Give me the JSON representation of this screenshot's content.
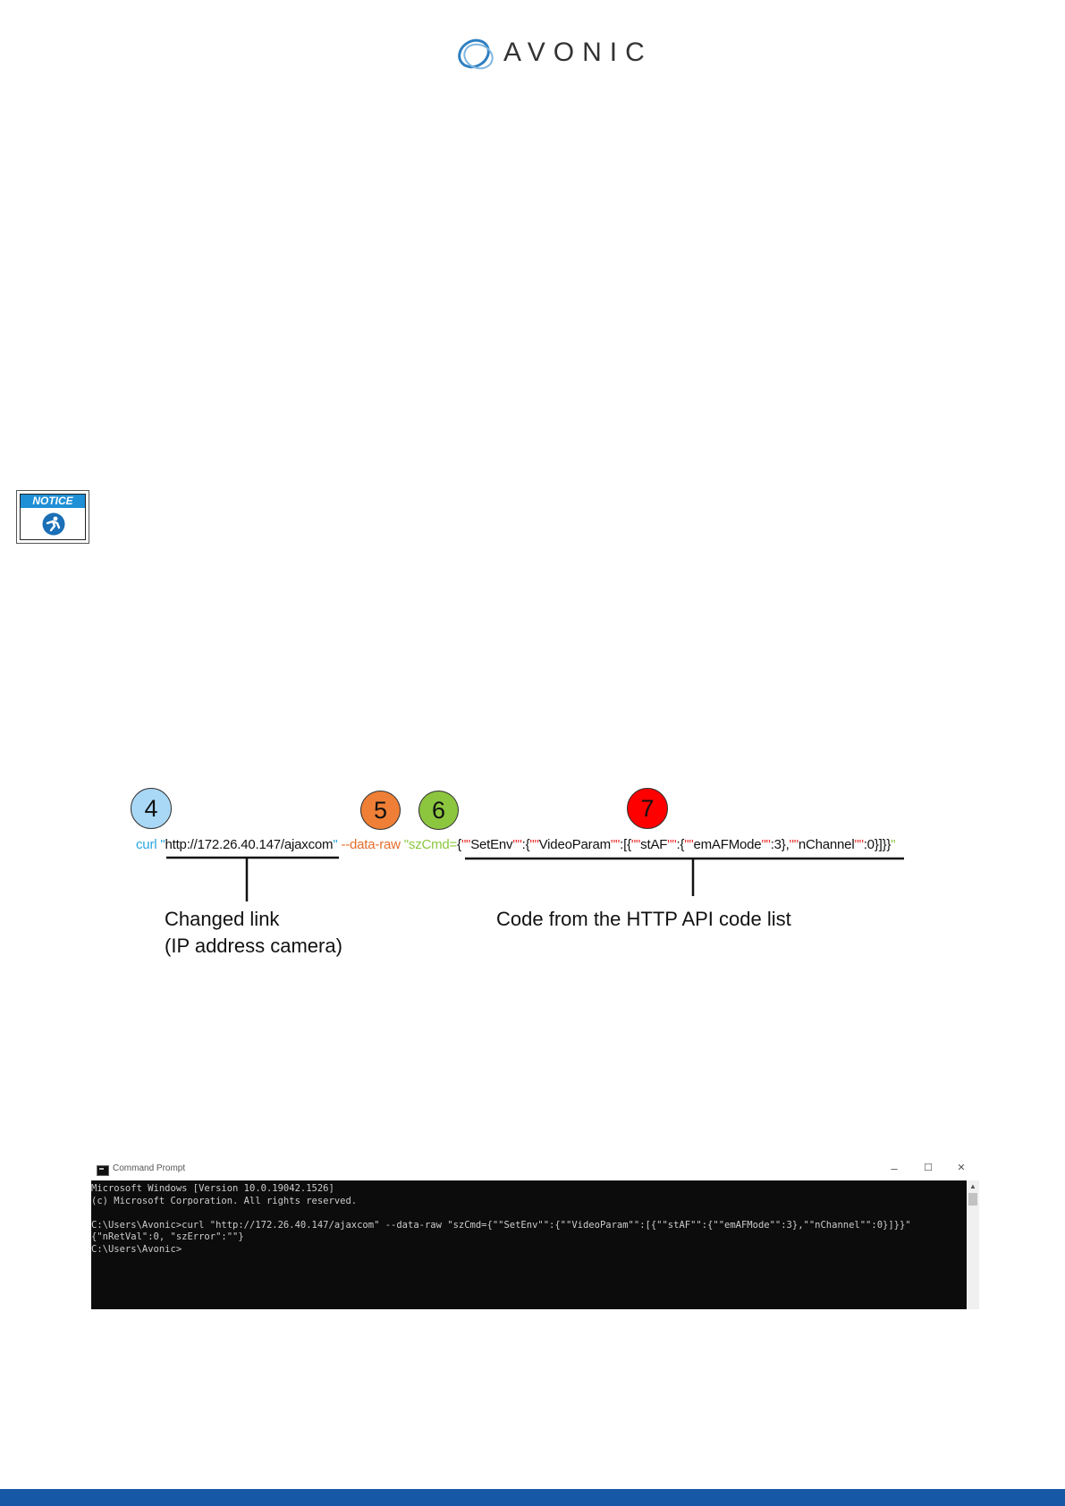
{
  "header": {
    "logo_text": "AVONIC"
  },
  "notice": {
    "label": "NOTICE"
  },
  "diagram": {
    "markers": [
      "4",
      "5",
      "6",
      "7"
    ],
    "command": {
      "curl": "curl \"",
      "url": "http://172.26.40.147/ajaxcom",
      "url_close": "\" ",
      "raw_flag": "--data-raw ",
      "sz_prefix": "\"szCmd=",
      "code_parts": [
        "{",
        "\"\"",
        "SetEnv",
        "\"\"",
        ":{",
        "\"\"",
        "VideoParam",
        "\"\"",
        ":[{",
        "\"\"",
        "stAF",
        "\"\"",
        ":{",
        "\"\"",
        "emAFMode",
        "\"\"",
        ":3},",
        "\"\"",
        "nChannel",
        "\"\"",
        ":0}]}}"
      ],
      "end_quote": "\""
    },
    "label_left": [
      "Changed link",
      "(IP address camera)"
    ],
    "label_right": "Code from the HTTP API code list"
  },
  "terminal": {
    "title": "Command Prompt",
    "controls": [
      "–",
      "☐",
      "✕"
    ],
    "lines": [
      "Microsoft Windows [Version 10.0.19042.1526]",
      "(c) Microsoft Corporation. All rights reserved.",
      "",
      "C:\\Users\\Avonic>curl \"http://172.26.40.147/ajaxcom\" --data-raw \"szCmd={\"\"SetEnv\"\":{\"\"VideoParam\"\":[{\"\"stAF\"\":{\"\"emAFMode\"\":3},\"\"nChannel\"\":0}]}}\"",
      "{\"nRetVal\":0, \"szError\":\"\"}",
      "C:\\Users\\Avonic>"
    ]
  },
  "colors": {
    "brand_blue": "#1758a6",
    "curl_blue": "#29a6e1",
    "orange": "#ef7f36",
    "green": "#8cc63f",
    "red": "#ff0000"
  }
}
